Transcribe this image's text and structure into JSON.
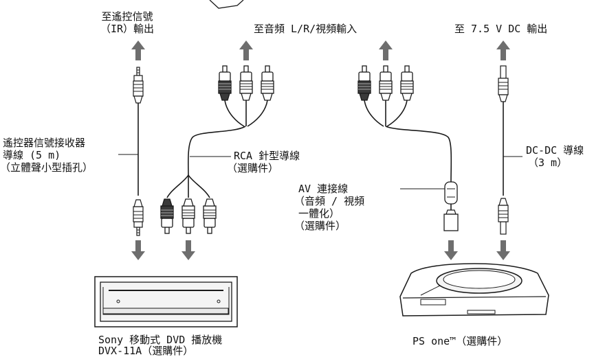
{
  "labels": {
    "ir_out_1": "至遙控信號",
    "ir_out_2": "（IR）輸出",
    "audio_video_in": "至音頻 L/R/視頻輸入",
    "dc_out": "至 7.5 V DC 輸出",
    "remote_cable_1": "遙控器信號接收器",
    "remote_cable_2": "導線 (5 m)",
    "remote_cable_3": "（立體聲小型插孔）",
    "rca_cable_1": "RCA 針型導線",
    "rca_cable_2": "（選購件）",
    "av_cable_1": "AV 連接線",
    "av_cable_2": "（音頻 / 視頻",
    "av_cable_3": "一體化）",
    "av_cable_4": "（選購件）",
    "dcdc_cable_1": "DC-DC 導線",
    "dcdc_cable_2": "（3 m）",
    "dvd_player_1": "Sony 移動式 DVD 播放機",
    "dvd_player_2": "DVX-11A（選購件）",
    "ps_one": "PS one™（選購件）"
  },
  "colors": {
    "line": "#1a1a1a",
    "arrow": "#6e6e6e",
    "plug_body": "#1a1a1a",
    "device_fill": "#f4f4f4"
  }
}
